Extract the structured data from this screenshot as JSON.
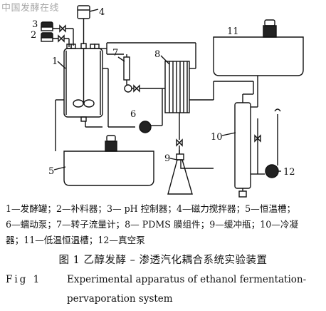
{
  "watermark": "中国发酵在线",
  "labels": {
    "n1": "1",
    "n2": "2",
    "n3": "3",
    "n4": "4",
    "n5": "5",
    "n6": "6",
    "n7": "7",
    "n8": "8",
    "n9": "9",
    "n10": "10",
    "n11": "11",
    "n12": "12"
  },
  "legend": {
    "line1": "1—发酵罐；2—补料器；3— pH 控制器；4—磁力搅拌器；5—恒温槽；",
    "line2": "6—蠕动泵；7—转子流量计；8— PDMS 膜组件；9—缓冲瓶；10—冷凝",
    "line3": "器；11—低温恒温槽；12—真空泵"
  },
  "caption": {
    "cn": "图 1   乙醇发酵 – 渗透汽化耦合系统实验装置",
    "en_fig": "Fig 1",
    "en_line1": "Experimental  apparatus  of  ethanol  fermentation-",
    "en_line2": "pervaporation system"
  }
}
